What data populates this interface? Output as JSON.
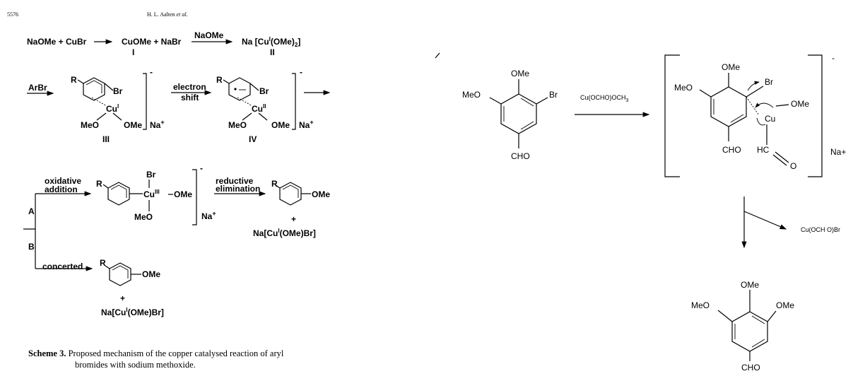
{
  "header": {
    "page": "5576",
    "authors": "H. L. Aalten",
    "etal": "et al."
  },
  "left_scheme": {
    "row1": {
      "reactants": "NaOMe + CuBr",
      "product1": "CuOMe + NaBr",
      "reagent": "NaOMe",
      "product2_pre": "Na [Cu",
      "product2_ox": "I",
      "product2_post": "(OMe)",
      "product2_sub": "2",
      "label1": "I",
      "label2": "II"
    },
    "row2": {
      "reagent": "ArBr",
      "shift_line1": "electron",
      "shift_line2": "shift",
      "r": "R",
      "br": "Br",
      "cu": "Cu",
      "cu_ox_III": "I",
      "cu_ox_IV": "II",
      "meo": "MeO",
      "ome": "OMe",
      "na": "Na",
      "plus": "+",
      "minus": "-",
      "label3": "III",
      "label4": "IV"
    },
    "path_a": {
      "label": "A",
      "line1": "oxidative",
      "line2": "addition",
      "cu_ox": "III",
      "elim1": "reductive",
      "elim2": "elimination",
      "plus": "+",
      "salt_pre": "Na[Cu",
      "salt_ox": "I",
      "salt_post": "(OMe)Br]"
    },
    "path_b": {
      "label": "B",
      "text": "concerted",
      "plus": "+",
      "salt_pre": "Na[Cu",
      "salt_ox": "I",
      "salt_post": "(OMe)Br]"
    },
    "caption": {
      "bold": "Scheme 3.",
      "line1": "Proposed mechanism of the copper catalysed reaction of aryl",
      "line2": "bromides with sodium methoxide."
    }
  },
  "right_scheme": {
    "reactant": {
      "ome": "OMe",
      "meo": "MeO",
      "br": "Br",
      "cho": "CHO"
    },
    "reagent": "Cu(OCHO)OCH",
    "reagent_sub": "3",
    "intermediate": {
      "ome_top": "OMe",
      "meo": "MeO",
      "br": "Br",
      "ome_cu": "OMe",
      "cu": "Cu",
      "cho": "CHO",
      "hc": "HC",
      "o": "O",
      "charge": "-",
      "counter_ion": "Na+"
    },
    "byproduct": "Cu(OCH O)Br",
    "product": {
      "ome_top": "OMe",
      "meo": "MeO",
      "ome_right": "OMe",
      "cho": "CHO"
    }
  }
}
